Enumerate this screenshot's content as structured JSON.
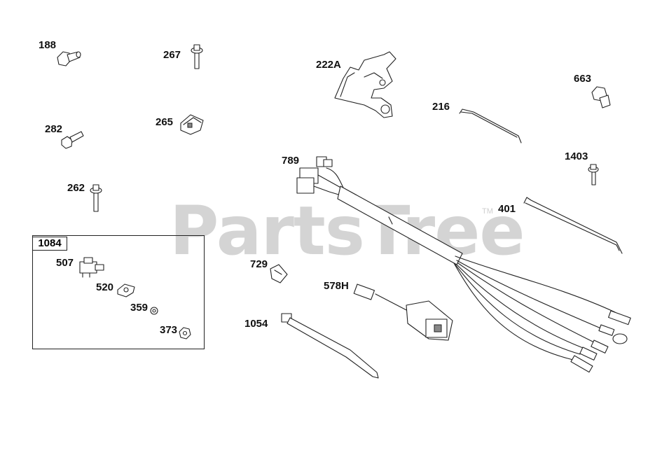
{
  "watermark": {
    "text": "PartsTree",
    "tm": "TM"
  },
  "kit": {
    "label": "1084"
  },
  "parts": {
    "p188": "188",
    "p267": "267",
    "p222a": "222A",
    "p663": "663",
    "p216": "216",
    "p282": "282",
    "p265": "265",
    "p789": "789",
    "p1403": "1403",
    "p262": "262",
    "p401": "401",
    "p507": "507",
    "p520": "520",
    "p359": "359",
    "p373": "373",
    "p729": "729",
    "p578h": "578H",
    "p1054": "1054"
  }
}
